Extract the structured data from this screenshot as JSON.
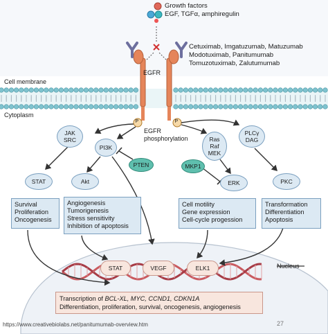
{
  "legend": {
    "growth_factors": "Growth factors",
    "ligands": "EGF, TGFα, amphiregulin"
  },
  "antibodies": [
    "Cetuximab, Imgatuzumab, Matuzumab",
    "Modotuximab, Panitumumab",
    "Tomuzotuximab, Zalutumumab"
  ],
  "labels": {
    "egfr": "EGFR",
    "cell_membrane": "Cell membrane",
    "cytoplasm": "Cytoplasm",
    "phosphorylation": [
      "EGFR",
      "phosphorylation"
    ],
    "phospho_symbol": "P",
    "nucleus": "Nucleus"
  },
  "nodes": {
    "jak_src": [
      "JAK",
      "SRC"
    ],
    "pi3k": "PI3K",
    "pten": "PTEN",
    "ras_raf_mek": [
      "Ras",
      "Raf",
      "MEK"
    ],
    "plc_dag": [
      "PLCγ",
      "DAG"
    ],
    "mkp1": "MKP1",
    "stat": "STAT",
    "akt": "Akt",
    "erk": "ERK",
    "pkc": "PKC"
  },
  "outcomes": {
    "stat": [
      "Survival",
      "Proliferation",
      "Oncogenesis"
    ],
    "akt": [
      "Angiogenesis",
      "Tumorigenesis",
      "Stress sensitivity",
      "Inhibition of apoptosis"
    ],
    "erk": [
      "Cell motility",
      "Gene expression",
      "Cell-cycle progession"
    ],
    "pkc": [
      "Transformation",
      "Differentiation",
      "Apoptosis"
    ]
  },
  "nuclear_factors": [
    "STAT",
    "VEGF",
    "ELK1"
  ],
  "transcription": {
    "line1_prefix": "Transcription of ",
    "line1_genes": "BCL-XL, MYC, CCND1, CDKN1A",
    "line2": "Differentiation, proliferation, survival, oncogenesis, angiogenesis"
  },
  "footer": {
    "url": "https://www.creativebiolabs.net/panitumumab-overview.htm",
    "page_number": "27"
  },
  "colors": {
    "membrane_head": "#7fc3cf",
    "receptor": "#e5855a",
    "antibody": "#6d6f9e",
    "box_fill": "#dce9f3",
    "dna": "#c95a5f",
    "nucleus_fill": "#f1f4f8"
  }
}
